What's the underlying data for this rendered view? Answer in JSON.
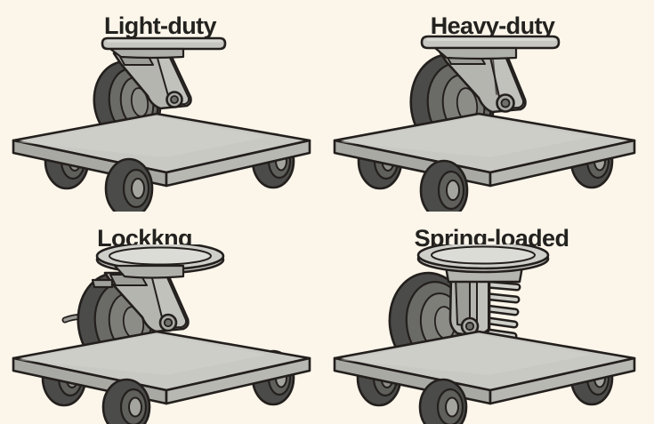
{
  "figure": {
    "background_color": "#fbf5ea",
    "title_color": "#23221f",
    "style": "flat grayscale technical illustration, 2x2 grid, no frame",
    "subject": "Platform dolly caster wheel types"
  },
  "palette": {
    "background": "#fbf5ea",
    "outline": "#231f1d",
    "deck_top": "#c9c9c4",
    "deck_top_light": "#d4d4cf",
    "deck_side": "#a9a9a4",
    "deck_front": "#b8b8b3",
    "metal_light": "#cbcbc6",
    "metal_mid": "#b0b0ab",
    "metal_dark": "#97978f",
    "tire_dark": "#4b4b49",
    "tire_mid": "#5f5f5c",
    "hub_mid": "#8d8d88",
    "hub_light": "#a5a5a0",
    "text": "#23221f"
  },
  "grid": {
    "rows": 2,
    "cols": 2
  },
  "panels": [
    {
      "id": "light-duty",
      "label": "Light-duty",
      "row": 0,
      "col": 0,
      "caster": {
        "mount_plate": "rectangular-flat-plate",
        "wheel_size": "small",
        "has_brake_lever": false,
        "has_spring": false,
        "fork_angle": "swiveled-right"
      },
      "deck_wheels": 3
    },
    {
      "id": "heavy-duty",
      "label": "Heavy-duty",
      "row": 0,
      "col": 1,
      "caster": {
        "mount_plate": "rectangular-flat-plate",
        "wheel_size": "large",
        "has_brake_lever": false,
        "has_spring": false,
        "fork_angle": "swiveled-right"
      },
      "deck_wheels": 3
    },
    {
      "id": "locking",
      "label": "Lockkng",
      "row": 1,
      "col": 0,
      "caster": {
        "mount_plate": "round-elliptical-plate",
        "wheel_size": "large",
        "has_brake_lever": true,
        "has_spring": false,
        "fork_angle": "swiveled-right"
      },
      "deck_wheels": 3
    },
    {
      "id": "spring-loaded",
      "label": "Spring-loaded",
      "row": 1,
      "col": 1,
      "caster": {
        "mount_plate": "round-elliptical-plate",
        "wheel_size": "large",
        "has_brake_lever": false,
        "has_spring": true,
        "spring_coils": 5,
        "fork_angle": "vertical"
      },
      "deck_wheels": 3
    }
  ]
}
